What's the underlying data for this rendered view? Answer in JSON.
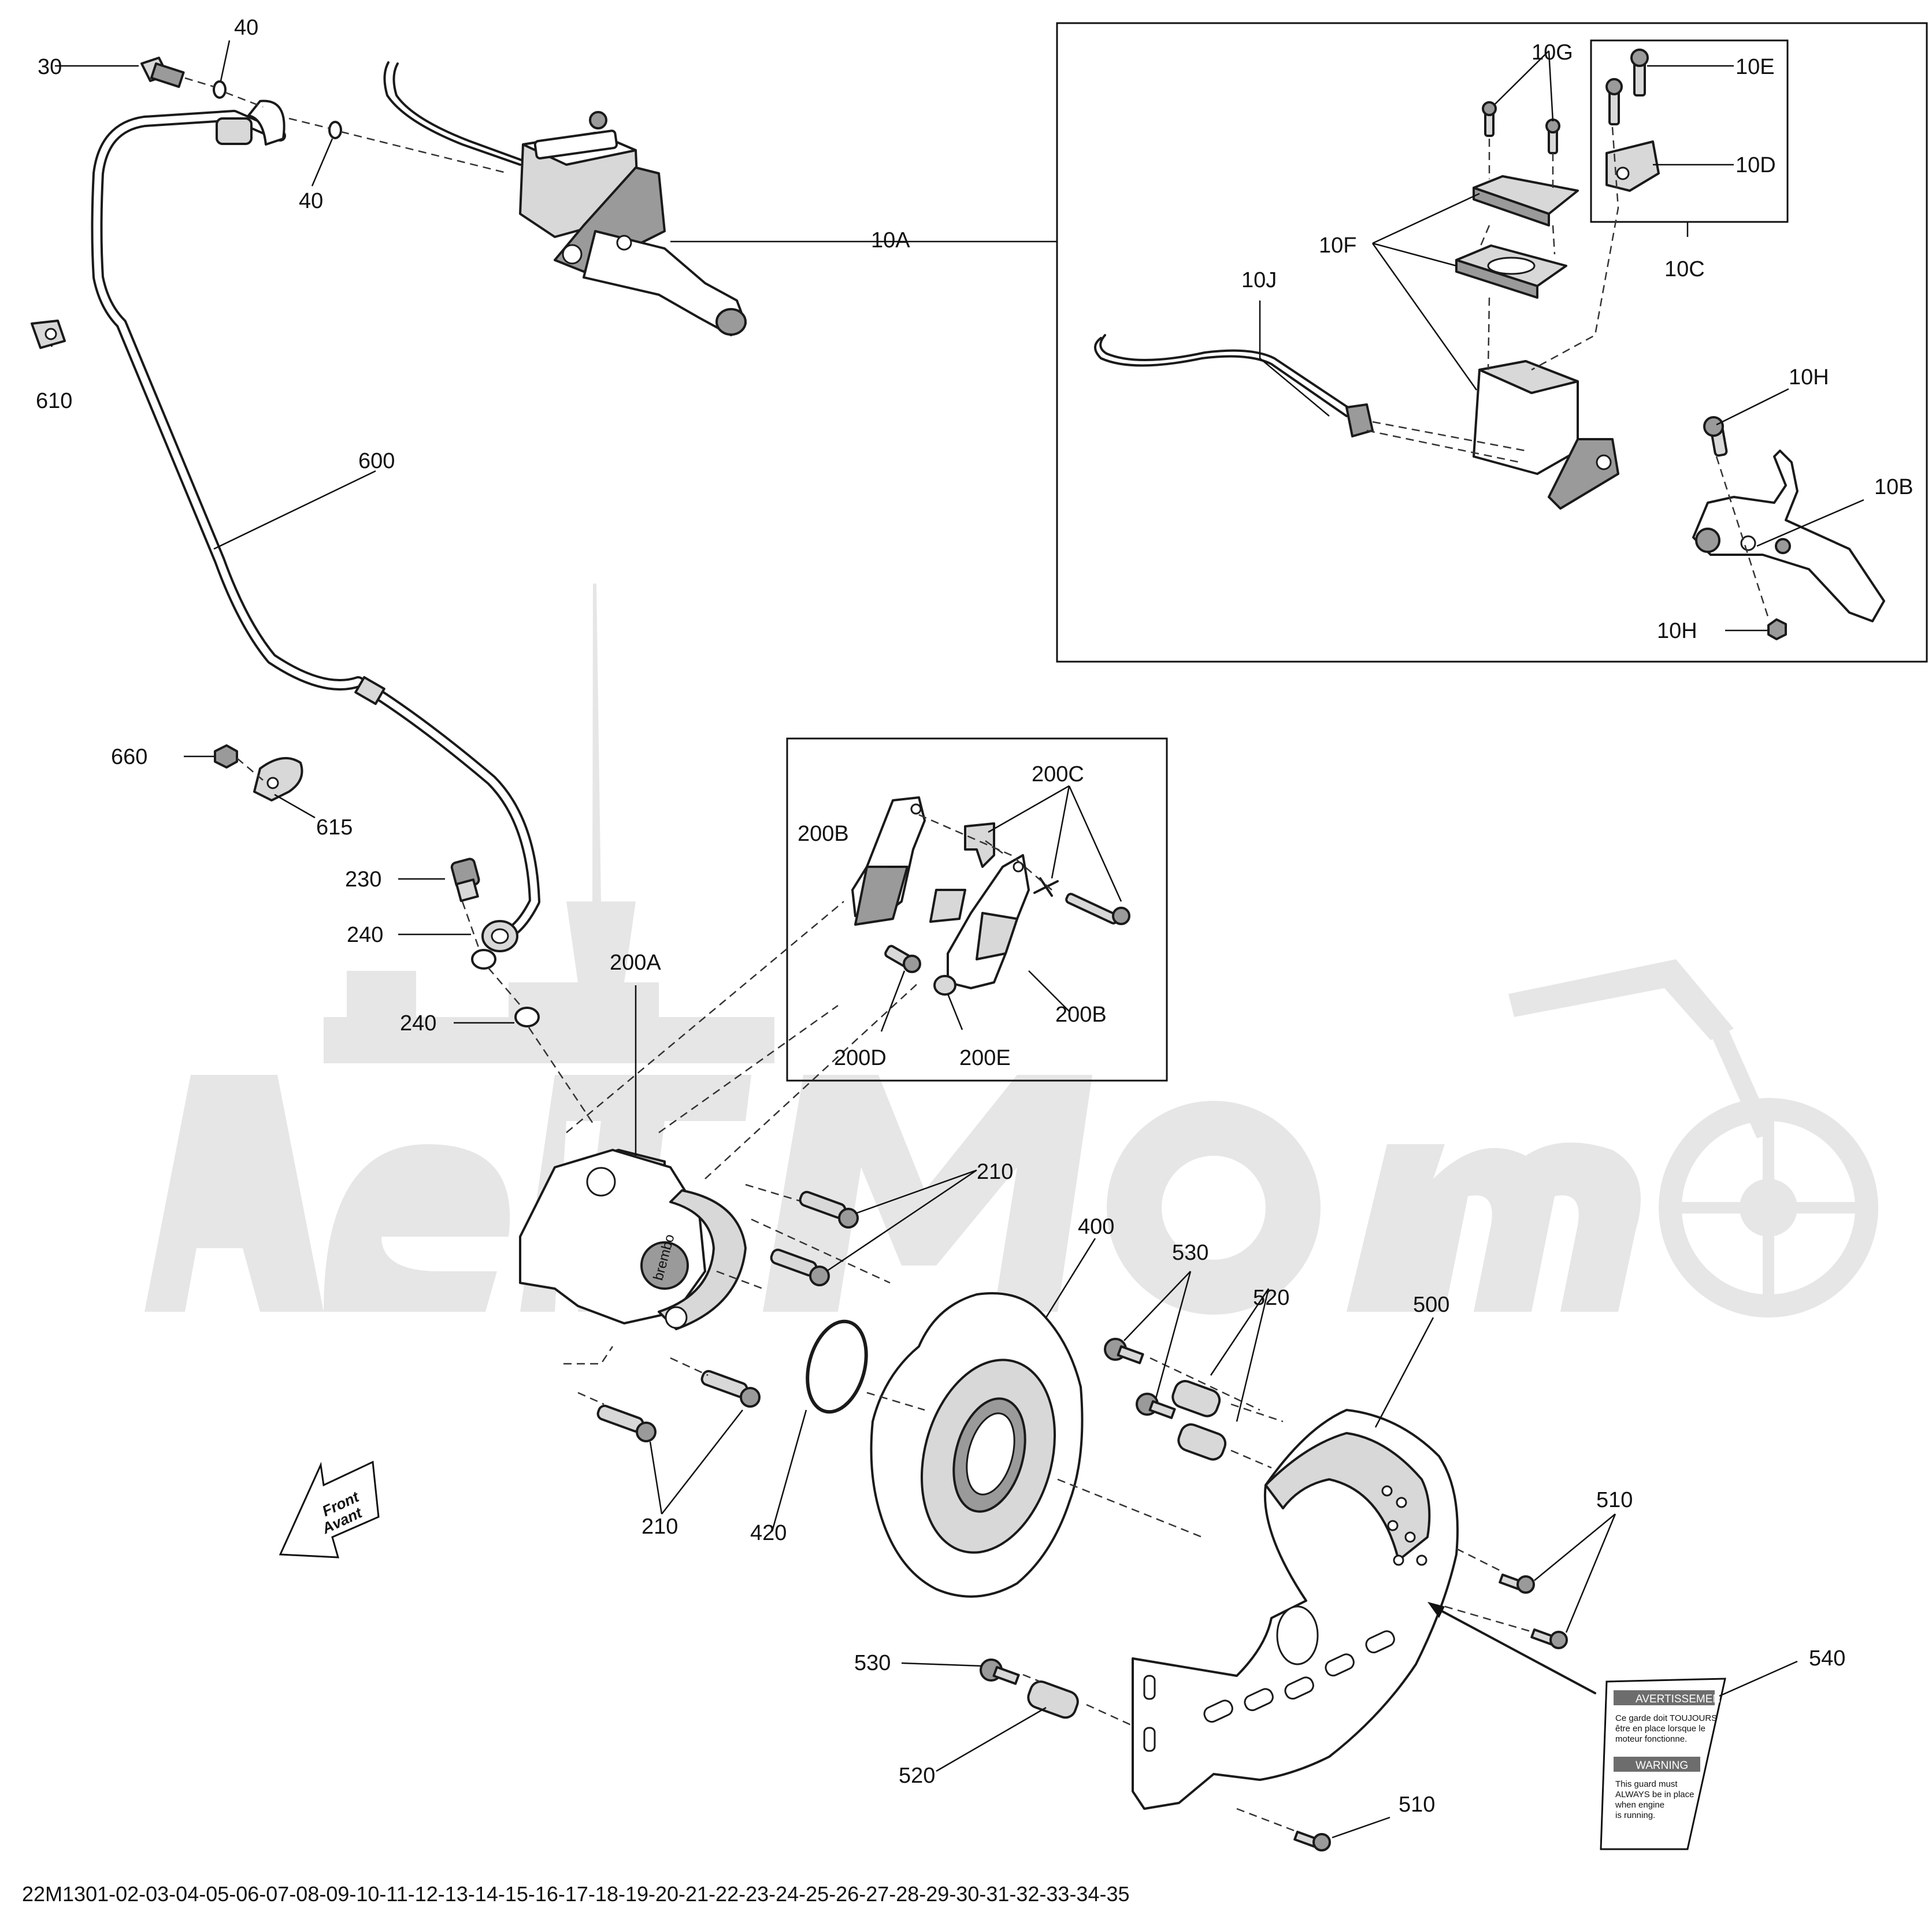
{
  "watermark": {
    "text": "AeiMoto"
  },
  "callouts": {
    "c30": "30",
    "c40a": "40",
    "c40b": "40",
    "c610": "610",
    "c600": "600",
    "c10A": "10A",
    "c10G": "10G",
    "c10E": "10E",
    "c10D": "10D",
    "c10F": "10F",
    "c10C": "10C",
    "c10J": "10J",
    "c10H_top": "10H",
    "c10B": "10B",
    "c10H_bot": "10H",
    "c660": "660",
    "c615": "615",
    "c230": "230",
    "c240a": "240",
    "c240b": "240",
    "c200A": "200A",
    "c200C": "200C",
    "c200B_left": "200B",
    "c200B_right": "200B",
    "c200D": "200D",
    "c200E": "200E",
    "c210_top": "210",
    "c210_bot": "210",
    "c400": "400",
    "c420": "420",
    "c530_top": "530",
    "c520_top": "520",
    "c500": "500",
    "c510_top": "510",
    "c530_bot": "530",
    "c520_bot": "520",
    "c540": "540",
    "c510_bot": "510"
  },
  "front_arrow": {
    "line1": "Front",
    "line2": "Avant"
  },
  "warning_label": {
    "header_fr": "AVERTISSEMENT",
    "text_fr_1": "Ce garde doit TOUJOURS",
    "text_fr_2": "être en place lorsque le",
    "text_fr_3": "moteur fonctionne.",
    "header_en": "WARNING",
    "text_en_1": "This guard must",
    "text_en_2": "ALWAYS be in place",
    "text_en_3": "when engine",
    "text_en_4": "is running."
  },
  "caliper_brand": "brembo",
  "footer_code": "22M1301-02-03-04-05-06-07-08-09-10-11-12-13-14-15-16-17-18-19-20-21-22-23-24-25-26-27-28-29-30-31-32-33-34-35"
}
